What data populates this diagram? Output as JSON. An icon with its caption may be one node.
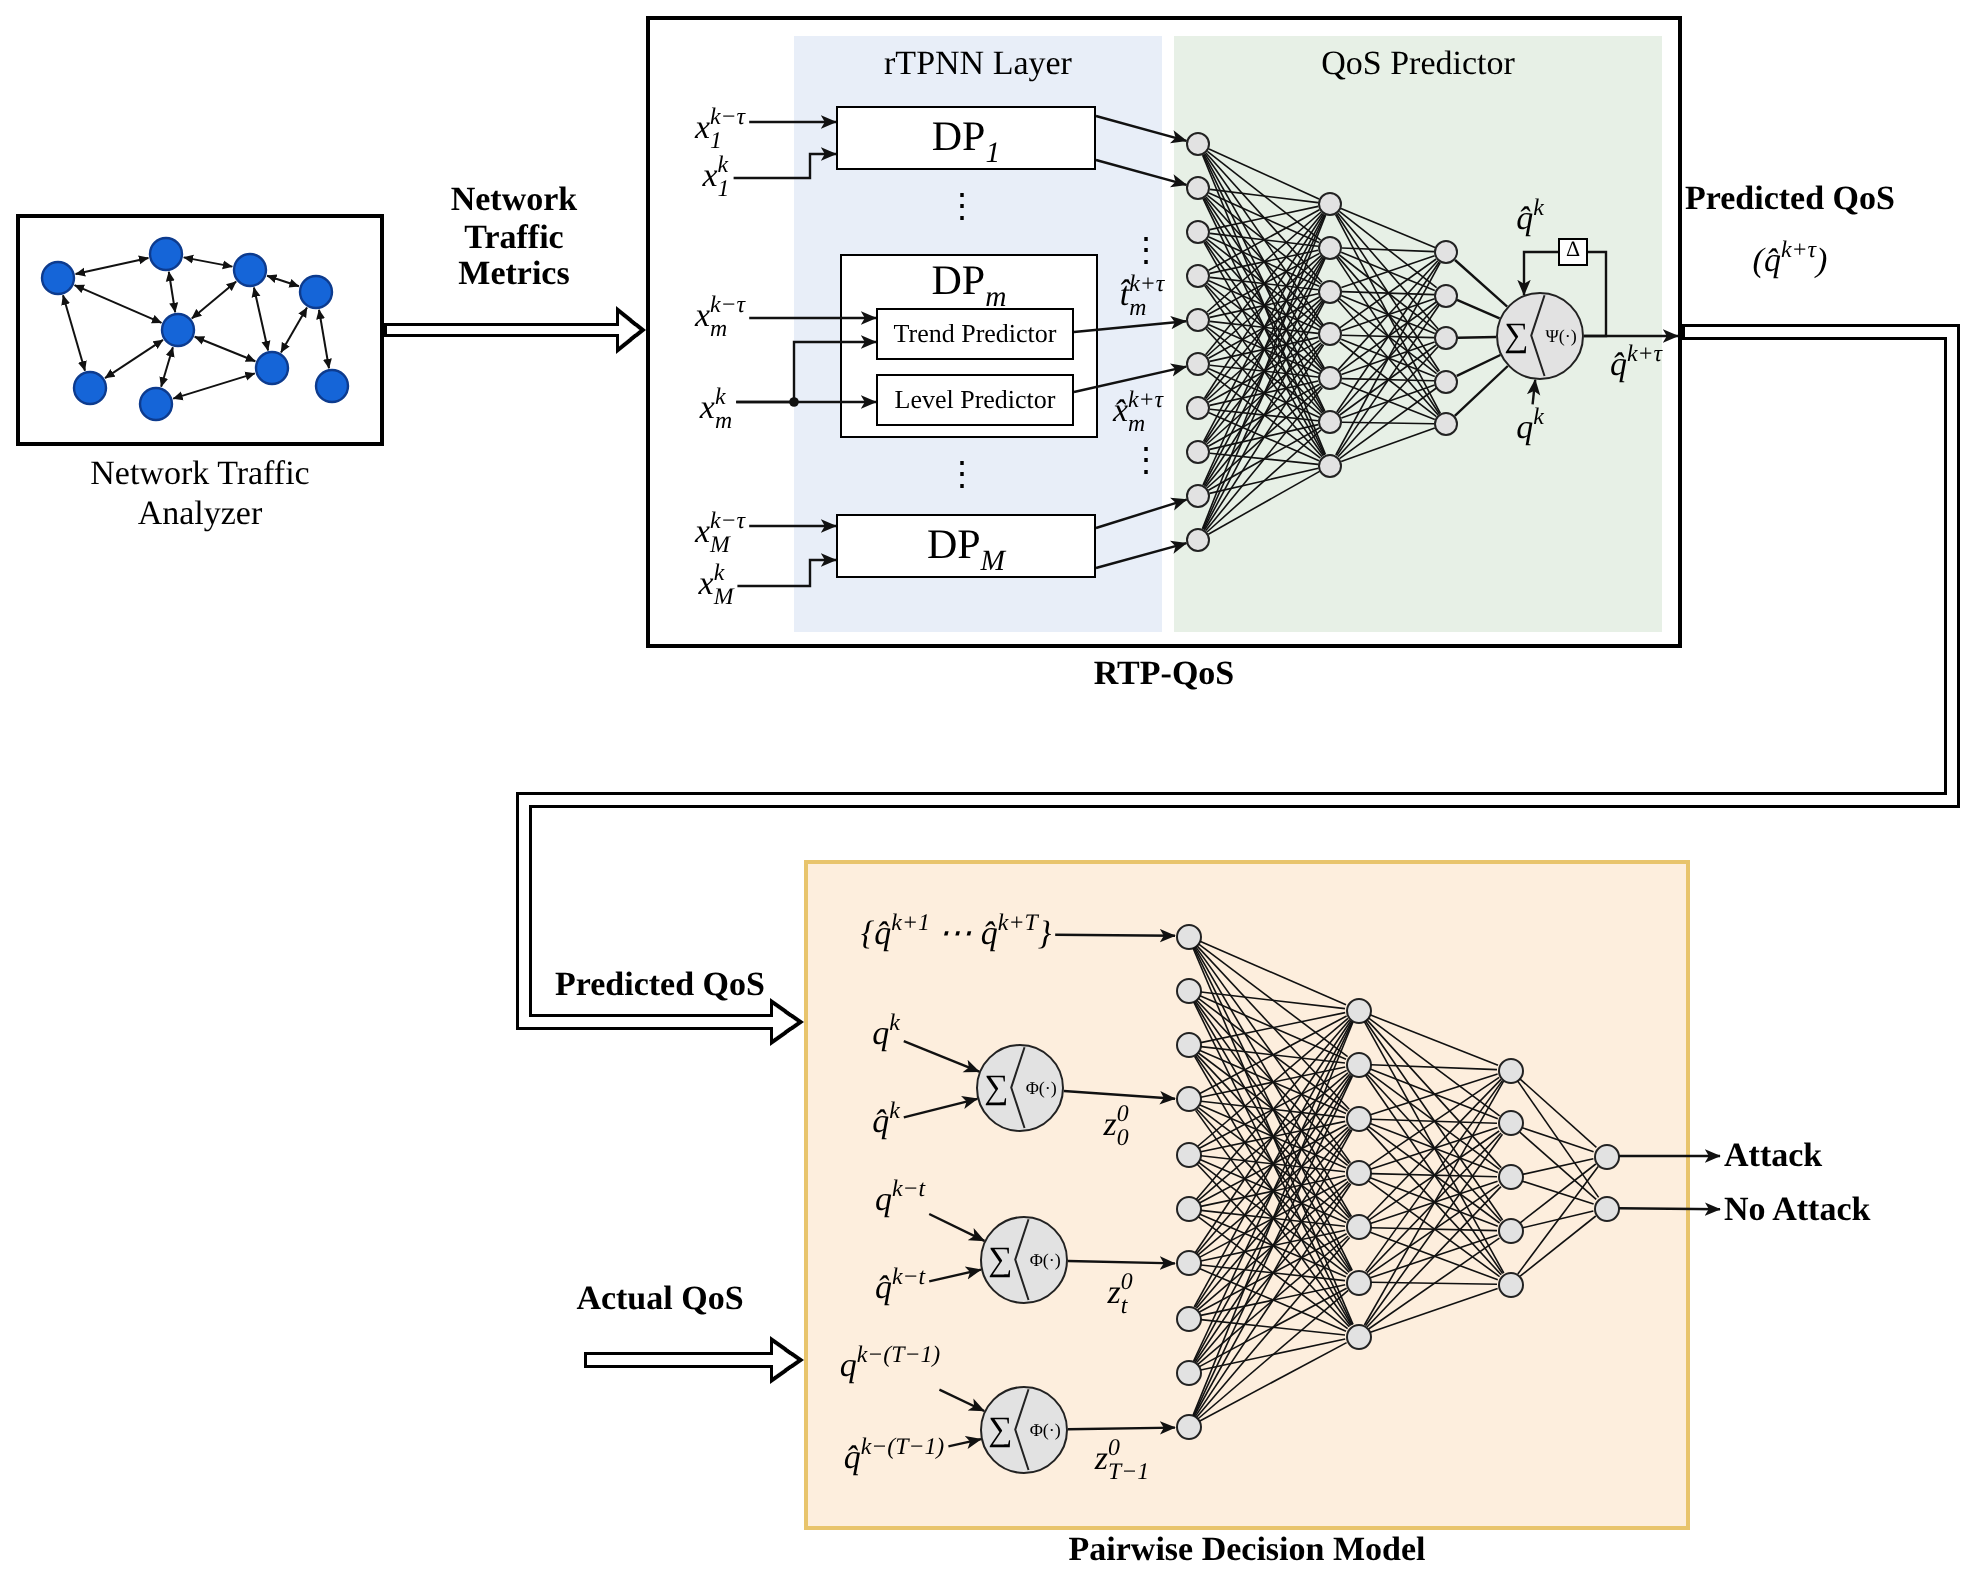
{
  "diagram": {
    "nodes": [
      {
        "text": [
          "Network Traffic Analyzer"
        ]
      },
      {
        "text": [
          "RTP-QoS"
        ]
      },
      {
        "text": [
          "rTPNN Layer"
        ],
        "in": 1
      },
      {
        "text": [
          "QoS Predictor"
        ],
        "in": 1
      },
      {
        "text": [
          "x$_{1}$$^{k−τ}$"
        ],
        "in": 1
      },
      {
        "text": [
          "x$_{1}$$^{k}$"
        ],
        "in": 1
      },
      {
        "text": [
          "x$_{m}$$^{k−τ}$"
        ],
        "in": 1
      },
      {
        "text": [
          "x$_{m}$$^{k}$"
        ],
        "in": 1
      },
      {
        "text": [
          "x$_{M}$$^{k−τ}$"
        ],
        "in": 1
      },
      {
        "text": [
          "x$_{M}$$^{k}$"
        ],
        "in": 1
      },
      {
        "text": [
          "DP$_{1}$"
        ],
        "in": 2
      },
      {
        "text": [
          "DP$_{m}$"
        ],
        "in": 2
      },
      {
        "text": [
          "Trend Predictor"
        ],
        "in": 11
      },
      {
        "text": [
          "Level Predictor"
        ],
        "in": 11
      },
      {
        "text": [
          "DP$_{M}$"
        ],
        "in": 2
      },
      {
        "text": [],
        "shape": "circle",
        "in": 3
      },
      {
        "text": [],
        "shape": "circle",
        "in": 3
      },
      {
        "text": [],
        "shape": "circle",
        "in": 3
      },
      {
        "text": [],
        "shape": "circle",
        "in": 3
      },
      {
        "text": [],
        "shape": "circle",
        "in": 3
      },
      {
        "text": [],
        "shape": "circle",
        "in": 3
      },
      {
        "text": [],
        "shape": "circle",
        "in": 3
      },
      {
        "text": [],
        "shape": "circle",
        "in": 3
      },
      {
        "text": [],
        "shape": "circle",
        "in": 3
      },
      {
        "text": [],
        "shape": "circle",
        "in": 3
      },
      {
        "text": [],
        "shape": "circle",
        "in": 3
      },
      {
        "text": [],
        "shape": "circle",
        "in": 3
      },
      {
        "text": [],
        "shape": "circle",
        "in": 3
      },
      {
        "text": [],
        "shape": "circle",
        "in": 3
      },
      {
        "text": [],
        "shape": "circle",
        "in": 3
      },
      {
        "text": [],
        "shape": "circle",
        "in": 3
      },
      {
        "text": [],
        "shape": "circle",
        "in": 3
      },
      {
        "text": [],
        "shape": "circle",
        "in": 3
      },
      {
        "text": [],
        "shape": "circle",
        "in": 3
      },
      {
        "text": [],
        "shape": "circle",
        "in": 3
      },
      {
        "text": [],
        "shape": "circle",
        "in": 3
      },
      {
        "text": [],
        "shape": "circle",
        "in": 3
      },
      {
        "text": [
          "∑",
          "Ψ(·)"
        ],
        "in": 3
      },
      {
        "text": [
          "Δ"
        ],
        "in": 3
      },
      {
        "text": [
          "q$^{k}$"
        ],
        "in": 3
      },
      {
        "text": [
          "Pairwise Decision Model"
        ]
      },
      {
        "text": [
          "{q̂$^{k+1}$ ⋯ q̂$^{k+T}$}"
        ],
        "in": 40
      },
      {
        "text": [
          "q$^{k}$"
        ],
        "in": 40
      },
      {
        "text": [
          "q̂$^{k}$"
        ],
        "in": 40
      },
      {
        "text": [
          "∑",
          "Φ(·)"
        ],
        "in": 40
      },
      {
        "text": [
          "q$^{k−t}$"
        ],
        "in": 40
      },
      {
        "text": [
          "q̂$^{k−t}$"
        ],
        "in": 40
      },
      {
        "text": [
          "∑",
          "Φ(·)"
        ],
        "in": 40
      },
      {
        "text": [
          "q$^{k−(T−1)}$"
        ],
        "in": 40
      },
      {
        "text": [
          "q̂$^{k−(T−1)}$"
        ],
        "in": 40
      },
      {
        "text": [
          "∑",
          "Φ(·)"
        ],
        "in": 40
      },
      {
        "text": [],
        "shape": "circle",
        "in": 40
      },
      {
        "text": [],
        "shape": "circle",
        "in": 40
      },
      {
        "text": [],
        "shape": "circle",
        "in": 40
      },
      {
        "text": [],
        "shape": "circle",
        "in": 40
      },
      {
        "text": [],
        "shape": "circle",
        "in": 40
      },
      {
        "text": [],
        "shape": "circle",
        "in": 40
      },
      {
        "text": [],
        "shape": "circle",
        "in": 40
      },
      {
        "text": [],
        "shape": "circle",
        "in": 40
      },
      {
        "text": [],
        "shape": "circle",
        "in": 40
      },
      {
        "text": [],
        "shape": "circle",
        "in": 40
      },
      {
        "text": [],
        "shape": "circle",
        "in": 40
      },
      {
        "text": [],
        "shape": "circle",
        "in": 40
      },
      {
        "text": [],
        "shape": "circle",
        "in": 40
      },
      {
        "text": [],
        "shape": "circle",
        "in": 40
      },
      {
        "text": [],
        "shape": "circle",
        "in": 40
      },
      {
        "text": [],
        "shape": "circle",
        "in": 40
      },
      {
        "text": [],
        "shape": "circle",
        "in": 40
      },
      {
        "text": [],
        "shape": "circle",
        "in": 40
      },
      {
        "text": [],
        "shape": "circle",
        "in": 40
      },
      {
        "text": [],
        "shape": "circle",
        "in": 40
      },
      {
        "text": [],
        "shape": "circle",
        "in": 40
      },
      {
        "text": [],
        "shape": "circle",
        "in": 40
      },
      {
        "text": [],
        "shape": "circle",
        "in": 40
      },
      {
        "text": [],
        "shape": "circle",
        "in": 40
      },
      {
        "text": [
          "Attack"
        ]
      },
      {
        "text": [
          "No Attack"
        ]
      }
    ],
    "edges": [
      {
        "from": 0,
        "to": 1,
        "arrow": "to",
        "style": "thick",
        "label": "Network Traffic Metrics"
      },
      {
        "from": 4,
        "to": 10,
        "arrow": "to"
      },
      {
        "from": 5,
        "to": 10,
        "arrow": "to"
      },
      {
        "from": 6,
        "to": 12,
        "arrow": "to"
      },
      {
        "from": 7,
        "to": 12,
        "arrow": "to"
      },
      {
        "from": 7,
        "to": 13,
        "arrow": "to"
      },
      {
        "from": 8,
        "to": 14,
        "arrow": "to"
      },
      {
        "from": 9,
        "to": 14,
        "arrow": "to"
      },
      {
        "from": 10,
        "to": 15,
        "arrow": "to"
      },
      {
        "from": 10,
        "to": 16,
        "arrow": "to"
      },
      {
        "from": 12,
        "to": 19,
        "arrow": "to",
        "label": "t̂$_{m}$$^{k+τ}$"
      },
      {
        "from": 13,
        "to": 20,
        "arrow": "to",
        "label": "x̂$_{m}$$^{k+τ}$"
      },
      {
        "from": 14,
        "to": 23,
        "arrow": "to"
      },
      {
        "from": 14,
        "to": 24,
        "arrow": "to"
      },
      {
        "from": 15,
        "to": 25,
        "arrow": "none"
      },
      {
        "from": 15,
        "to": 26,
        "arrow": "none"
      },
      {
        "from": 15,
        "to": 27,
        "arrow": "none"
      },
      {
        "from": 15,
        "to": 28,
        "arrow": "none"
      },
      {
        "from": 15,
        "to": 29,
        "arrow": "none"
      },
      {
        "from": 15,
        "to": 30,
        "arrow": "none"
      },
      {
        "from": 15,
        "to": 31,
        "arrow": "none"
      },
      {
        "from": 16,
        "to": 25,
        "arrow": "none"
      },
      {
        "from": 16,
        "to": 26,
        "arrow": "none"
      },
      {
        "from": 16,
        "to": 27,
        "arrow": "none"
      },
      {
        "from": 16,
        "to": 28,
        "arrow": "none"
      },
      {
        "from": 16,
        "to": 29,
        "arrow": "none"
      },
      {
        "from": 16,
        "to": 30,
        "arrow": "none"
      },
      {
        "from": 16,
        "to": 31,
        "arrow": "none"
      },
      {
        "from": 17,
        "to": 25,
        "arrow": "none"
      },
      {
        "from": 17,
        "to": 26,
        "arrow": "none"
      },
      {
        "from": 17,
        "to": 27,
        "arrow": "none"
      },
      {
        "from": 17,
        "to": 28,
        "arrow": "none"
      },
      {
        "from": 17,
        "to": 29,
        "arrow": "none"
      },
      {
        "from": 17,
        "to": 30,
        "arrow": "none"
      },
      {
        "from": 17,
        "to": 31,
        "arrow": "none"
      },
      {
        "from": 18,
        "to": 25,
        "arrow": "none"
      },
      {
        "from": 18,
        "to": 26,
        "arrow": "none"
      },
      {
        "from": 18,
        "to": 27,
        "arrow": "none"
      },
      {
        "from": 18,
        "to": 28,
        "arrow": "none"
      },
      {
        "from": 18,
        "to": 29,
        "arrow": "none"
      },
      {
        "from": 18,
        "to": 30,
        "arrow": "none"
      },
      {
        "from": 18,
        "to": 31,
        "arrow": "none"
      },
      {
        "from": 19,
        "to": 25,
        "arrow": "none"
      },
      {
        "from": 19,
        "to": 26,
        "arrow": "none"
      },
      {
        "from": 19,
        "to": 27,
        "arrow": "none"
      },
      {
        "from": 19,
        "to": 28,
        "arrow": "none"
      },
      {
        "from": 19,
        "to": 29,
        "arrow": "none"
      },
      {
        "from": 19,
        "to": 30,
        "arrow": "none"
      },
      {
        "from": 19,
        "to": 31,
        "arrow": "none"
      },
      {
        "from": 20,
        "to": 25,
        "arrow": "none"
      },
      {
        "from": 20,
        "to": 26,
        "arrow": "none"
      },
      {
        "from": 20,
        "to": 27,
        "arrow": "none"
      },
      {
        "from": 20,
        "to": 28,
        "arrow": "none"
      },
      {
        "from": 20,
        "to": 29,
        "arrow": "none"
      },
      {
        "from": 20,
        "to": 30,
        "arrow": "none"
      },
      {
        "from": 20,
        "to": 31,
        "arrow": "none"
      },
      {
        "from": 21,
        "to": 25,
        "arrow": "none"
      },
      {
        "from": 21,
        "to": 26,
        "arrow": "none"
      },
      {
        "from": 21,
        "to": 27,
        "arrow": "none"
      },
      {
        "from": 21,
        "to": 28,
        "arrow": "none"
      },
      {
        "from": 21,
        "to": 29,
        "arrow": "none"
      },
      {
        "from": 21,
        "to": 30,
        "arrow": "none"
      },
      {
        "from": 21,
        "to": 31,
        "arrow": "none"
      },
      {
        "from": 22,
        "to": 25,
        "arrow": "none"
      },
      {
        "from": 22,
        "to": 26,
        "arrow": "none"
      },
      {
        "from": 22,
        "to": 27,
        "arrow": "none"
      },
      {
        "from": 22,
        "to": 28,
        "arrow": "none"
      },
      {
        "from": 22,
        "to": 29,
        "arrow": "none"
      },
      {
        "from": 22,
        "to": 30,
        "arrow": "none"
      },
      {
        "from": 22,
        "to": 31,
        "arrow": "none"
      },
      {
        "from": 23,
        "to": 25,
        "arrow": "none"
      },
      {
        "from": 23,
        "to": 26,
        "arrow": "none"
      },
      {
        "from": 23,
        "to": 27,
        "arrow": "none"
      },
      {
        "from": 23,
        "to": 28,
        "arrow": "none"
      },
      {
        "from": 23,
        "to": 29,
        "arrow": "none"
      },
      {
        "from": 23,
        "to": 30,
        "arrow": "none"
      },
      {
        "from": 23,
        "to": 31,
        "arrow": "none"
      },
      {
        "from": 24,
        "to": 25,
        "arrow": "none"
      },
      {
        "from": 24,
        "to": 26,
        "arrow": "none"
      },
      {
        "from": 24,
        "to": 27,
        "arrow": "none"
      },
      {
        "from": 24,
        "to": 28,
        "arrow": "none"
      },
      {
        "from": 24,
        "to": 29,
        "arrow": "none"
      },
      {
        "from": 24,
        "to": 30,
        "arrow": "none"
      },
      {
        "from": 24,
        "to": 31,
        "arrow": "none"
      },
      {
        "from": 25,
        "to": 32,
        "arrow": "none"
      },
      {
        "from": 25,
        "to": 33,
        "arrow": "none"
      },
      {
        "from": 25,
        "to": 34,
        "arrow": "none"
      },
      {
        "from": 25,
        "to": 35,
        "arrow": "none"
      },
      {
        "from": 25,
        "to": 36,
        "arrow": "none"
      },
      {
        "from": 26,
        "to": 32,
        "arrow": "none"
      },
      {
        "from": 26,
        "to": 33,
        "arrow": "none"
      },
      {
        "from": 26,
        "to": 34,
        "arrow": "none"
      },
      {
        "from": 26,
        "to": 35,
        "arrow": "none"
      },
      {
        "from": 26,
        "to": 36,
        "arrow": "none"
      },
      {
        "from": 27,
        "to": 32,
        "arrow": "none"
      },
      {
        "from": 27,
        "to": 33,
        "arrow": "none"
      },
      {
        "from": 27,
        "to": 34,
        "arrow": "none"
      },
      {
        "from": 27,
        "to": 35,
        "arrow": "none"
      },
      {
        "from": 27,
        "to": 36,
        "arrow": "none"
      },
      {
        "from": 28,
        "to": 32,
        "arrow": "none"
      },
      {
        "from": 28,
        "to": 33,
        "arrow": "none"
      },
      {
        "from": 28,
        "to": 34,
        "arrow": "none"
      },
      {
        "from": 28,
        "to": 35,
        "arrow": "none"
      },
      {
        "from": 28,
        "to": 36,
        "arrow": "none"
      },
      {
        "from": 29,
        "to": 32,
        "arrow": "none"
      },
      {
        "from": 29,
        "to": 33,
        "arrow": "none"
      },
      {
        "from": 29,
        "to": 34,
        "arrow": "none"
      },
      {
        "from": 29,
        "to": 35,
        "arrow": "none"
      },
      {
        "from": 29,
        "to": 36,
        "arrow": "none"
      },
      {
        "from": 30,
        "to": 32,
        "arrow": "none"
      },
      {
        "from": 30,
        "to": 33,
        "arrow": "none"
      },
      {
        "from": 30,
        "to": 34,
        "arrow": "none"
      },
      {
        "from": 30,
        "to": 35,
        "arrow": "none"
      },
      {
        "from": 30,
        "to": 36,
        "arrow": "none"
      },
      {
        "from": 31,
        "to": 32,
        "arrow": "none"
      },
      {
        "from": 31,
        "to": 33,
        "arrow": "none"
      },
      {
        "from": 31,
        "to": 34,
        "arrow": "none"
      },
      {
        "from": 31,
        "to": 35,
        "arrow": "none"
      },
      {
        "from": 31,
        "to": 36,
        "arrow": "none"
      },
      {
        "from": 32,
        "to": 37,
        "arrow": "none"
      },
      {
        "from": 33,
        "to": 37,
        "arrow": "none"
      },
      {
        "from": 34,
        "to": 37,
        "arrow": "none"
      },
      {
        "from": 35,
        "to": 37,
        "arrow": "none"
      },
      {
        "from": 36,
        "to": 37,
        "arrow": "none"
      },
      {
        "from": 37,
        "to": 38,
        "arrow": "none"
      },
      {
        "from": 38,
        "to": 37,
        "arrow": "to",
        "label": "q̂$^{k}$"
      },
      {
        "from": 39,
        "to": 37,
        "arrow": "to"
      },
      {
        "from": 37,
        "to": null,
        "arrow": "to",
        "label": "q̂$^{k+τ}$"
      },
      {
        "from": 1,
        "to": 40,
        "arrow": "to",
        "style": "thick",
        "label": "Predicted QoS"
      },
      {
        "from": null,
        "to": 40,
        "arrow": "to",
        "style": "thick",
        "label": "Actual QoS"
      },
      {
        "from": 41,
        "to": 51,
        "arrow": "to"
      },
      {
        "from": 42,
        "to": 44,
        "arrow": "to"
      },
      {
        "from": 43,
        "to": 44,
        "arrow": "to"
      },
      {
        "from": 44,
        "to": 54,
        "arrow": "to",
        "label": "z$_{0}$$^{0}$"
      },
      {
        "from": 45,
        "to": 47,
        "arrow": "to"
      },
      {
        "from": 46,
        "to": 47,
        "arrow": "to"
      },
      {
        "from": 47,
        "to": 57,
        "arrow": "to",
        "label": "z$_{t}$$^{0}$"
      },
      {
        "from": 48,
        "to": 50,
        "arrow": "to"
      },
      {
        "from": 49,
        "to": 50,
        "arrow": "to"
      },
      {
        "from": 50,
        "to": 60,
        "arrow": "to",
        "label": "z$_{T−1}$$^{0}$"
      },
      {
        "from": 51,
        "to": 61,
        "arrow": "none"
      },
      {
        "from": 51,
        "to": 62,
        "arrow": "none"
      },
      {
        "from": 51,
        "to": 63,
        "arrow": "none"
      },
      {
        "from": 51,
        "to": 64,
        "arrow": "none"
      },
      {
        "from": 51,
        "to": 65,
        "arrow": "none"
      },
      {
        "from": 51,
        "to": 66,
        "arrow": "none"
      },
      {
        "from": 51,
        "to": 67,
        "arrow": "none"
      },
      {
        "from": 52,
        "to": 61,
        "arrow": "none"
      },
      {
        "from": 52,
        "to": 62,
        "arrow": "none"
      },
      {
        "from": 52,
        "to": 63,
        "arrow": "none"
      },
      {
        "from": 52,
        "to": 64,
        "arrow": "none"
      },
      {
        "from": 52,
        "to": 65,
        "arrow": "none"
      },
      {
        "from": 52,
        "to": 66,
        "arrow": "none"
      },
      {
        "from": 52,
        "to": 67,
        "arrow": "none"
      },
      {
        "from": 53,
        "to": 61,
        "arrow": "none"
      },
      {
        "from": 53,
        "to": 62,
        "arrow": "none"
      },
      {
        "from": 53,
        "to": 63,
        "arrow": "none"
      },
      {
        "from": 53,
        "to": 64,
        "arrow": "none"
      },
      {
        "from": 53,
        "to": 65,
        "arrow": "none"
      },
      {
        "from": 53,
        "to": 66,
        "arrow": "none"
      },
      {
        "from": 53,
        "to": 67,
        "arrow": "none"
      },
      {
        "from": 54,
        "to": 61,
        "arrow": "none"
      },
      {
        "from": 54,
        "to": 62,
        "arrow": "none"
      },
      {
        "from": 54,
        "to": 63,
        "arrow": "none"
      },
      {
        "from": 54,
        "to": 64,
        "arrow": "none"
      },
      {
        "from": 54,
        "to": 65,
        "arrow": "none"
      },
      {
        "from": 54,
        "to": 66,
        "arrow": "none"
      },
      {
        "from": 54,
        "to": 67,
        "arrow": "none"
      },
      {
        "from": 55,
        "to": 61,
        "arrow": "none"
      },
      {
        "from": 55,
        "to": 62,
        "arrow": "none"
      },
      {
        "from": 55,
        "to": 63,
        "arrow": "none"
      },
      {
        "from": 55,
        "to": 64,
        "arrow": "none"
      },
      {
        "from": 55,
        "to": 65,
        "arrow": "none"
      },
      {
        "from": 55,
        "to": 66,
        "arrow": "none"
      },
      {
        "from": 55,
        "to": 67,
        "arrow": "none"
      },
      {
        "from": 56,
        "to": 61,
        "arrow": "none"
      },
      {
        "from": 56,
        "to": 62,
        "arrow": "none"
      },
      {
        "from": 56,
        "to": 63,
        "arrow": "none"
      },
      {
        "from": 56,
        "to": 64,
        "arrow": "none"
      },
      {
        "from": 56,
        "to": 65,
        "arrow": "none"
      },
      {
        "from": 56,
        "to": 66,
        "arrow": "none"
      },
      {
        "from": 56,
        "to": 67,
        "arrow": "none"
      },
      {
        "from": 57,
        "to": 61,
        "arrow": "none"
      },
      {
        "from": 57,
        "to": 62,
        "arrow": "none"
      },
      {
        "from": 57,
        "to": 63,
        "arrow": "none"
      },
      {
        "from": 57,
        "to": 64,
        "arrow": "none"
      },
      {
        "from": 57,
        "to": 65,
        "arrow": "none"
      },
      {
        "from": 57,
        "to": 66,
        "arrow": "none"
      },
      {
        "from": 57,
        "to": 67,
        "arrow": "none"
      },
      {
        "from": 58,
        "to": 61,
        "arrow": "none"
      },
      {
        "from": 58,
        "to": 62,
        "arrow": "none"
      },
      {
        "from": 58,
        "to": 63,
        "arrow": "none"
      },
      {
        "from": 58,
        "to": 64,
        "arrow": "none"
      },
      {
        "from": 58,
        "to": 65,
        "arrow": "none"
      },
      {
        "from": 58,
        "to": 66,
        "arrow": "none"
      },
      {
        "from": 58,
        "to": 67,
        "arrow": "none"
      },
      {
        "from": 59,
        "to": 61,
        "arrow": "none"
      },
      {
        "from": 59,
        "to": 62,
        "arrow": "none"
      },
      {
        "from": 59,
        "to": 63,
        "arrow": "none"
      },
      {
        "from": 59,
        "to": 64,
        "arrow": "none"
      },
      {
        "from": 59,
        "to": 65,
        "arrow": "none"
      },
      {
        "from": 59,
        "to": 66,
        "arrow": "none"
      },
      {
        "from": 59,
        "to": 67,
        "arrow": "none"
      },
      {
        "from": 60,
        "to": 61,
        "arrow": "none"
      },
      {
        "from": 60,
        "to": 62,
        "arrow": "none"
      },
      {
        "from": 60,
        "to": 63,
        "arrow": "none"
      },
      {
        "from": 60,
        "to": 64,
        "arrow": "none"
      },
      {
        "from": 60,
        "to": 65,
        "arrow": "none"
      },
      {
        "from": 60,
        "to": 66,
        "arrow": "none"
      },
      {
        "from": 60,
        "to": 67,
        "arrow": "none"
      },
      {
        "from": 61,
        "to": 68,
        "arrow": "none"
      },
      {
        "from": 61,
        "to": 69,
        "arrow": "none"
      },
      {
        "from": 61,
        "to": 70,
        "arrow": "none"
      },
      {
        "from": 61,
        "to": 71,
        "arrow": "none"
      },
      {
        "from": 61,
        "to": 72,
        "arrow": "none"
      },
      {
        "from": 62,
        "to": 68,
        "arrow": "none"
      },
      {
        "from": 62,
        "to": 69,
        "arrow": "none"
      },
      {
        "from": 62,
        "to": 70,
        "arrow": "none"
      },
      {
        "from": 62,
        "to": 71,
        "arrow": "none"
      },
      {
        "from": 62,
        "to": 72,
        "arrow": "none"
      },
      {
        "from": 63,
        "to": 68,
        "arrow": "none"
      },
      {
        "from": 63,
        "to": 69,
        "arrow": "none"
      },
      {
        "from": 63,
        "to": 70,
        "arrow": "none"
      },
      {
        "from": 63,
        "to": 71,
        "arrow": "none"
      },
      {
        "from": 63,
        "to": 72,
        "arrow": "none"
      },
      {
        "from": 64,
        "to": 68,
        "arrow": "none"
      },
      {
        "from": 64,
        "to": 69,
        "arrow": "none"
      },
      {
        "from": 64,
        "to": 70,
        "arrow": "none"
      },
      {
        "from": 64,
        "to": 71,
        "arrow": "none"
      },
      {
        "from": 64,
        "to": 72,
        "arrow": "none"
      },
      {
        "from": 65,
        "to": 68,
        "arrow": "none"
      },
      {
        "from": 65,
        "to": 69,
        "arrow": "none"
      },
      {
        "from": 65,
        "to": 70,
        "arrow": "none"
      },
      {
        "from": 65,
        "to": 71,
        "arrow": "none"
      },
      {
        "from": 65,
        "to": 72,
        "arrow": "none"
      },
      {
        "from": 66,
        "to": 68,
        "arrow": "none"
      },
      {
        "from": 66,
        "to": 69,
        "arrow": "none"
      },
      {
        "from": 66,
        "to": 70,
        "arrow": "none"
      },
      {
        "from": 66,
        "to": 71,
        "arrow": "none"
      },
      {
        "from": 66,
        "to": 72,
        "arrow": "none"
      },
      {
        "from": 67,
        "to": 68,
        "arrow": "none"
      },
      {
        "from": 67,
        "to": 69,
        "arrow": "none"
      },
      {
        "from": 67,
        "to": 70,
        "arrow": "none"
      },
      {
        "from": 67,
        "to": 71,
        "arrow": "none"
      },
      {
        "from": 67,
        "to": 72,
        "arrow": "none"
      },
      {
        "from": 68,
        "to": 73,
        "arrow": "none"
      },
      {
        "from": 68,
        "to": 74,
        "arrow": "none"
      },
      {
        "from": 69,
        "to": 73,
        "arrow": "none"
      },
      {
        "from": 69,
        "to": 74,
        "arrow": "none"
      },
      {
        "from": 70,
        "to": 73,
        "arrow": "none"
      },
      {
        "from": 70,
        "to": 74,
        "arrow": "none"
      },
      {
        "from": 71,
        "to": 73,
        "arrow": "none"
      },
      {
        "from": 71,
        "to": 74,
        "arrow": "none"
      },
      {
        "from": 72,
        "to": 73,
        "arrow": "none"
      },
      {
        "from": 72,
        "to": 74,
        "arrow": "none"
      },
      {
        "from": 73,
        "to": 75,
        "arrow": "to"
      },
      {
        "from": 74,
        "to": 76,
        "arrow": "to"
      }
    ],
    "labels": [
      "⋮",
      "⋮",
      "Predicted QoS",
      "(q̂$^{k+τ}$)",
      "⋮",
      "⋮"
    ]
  }
}
